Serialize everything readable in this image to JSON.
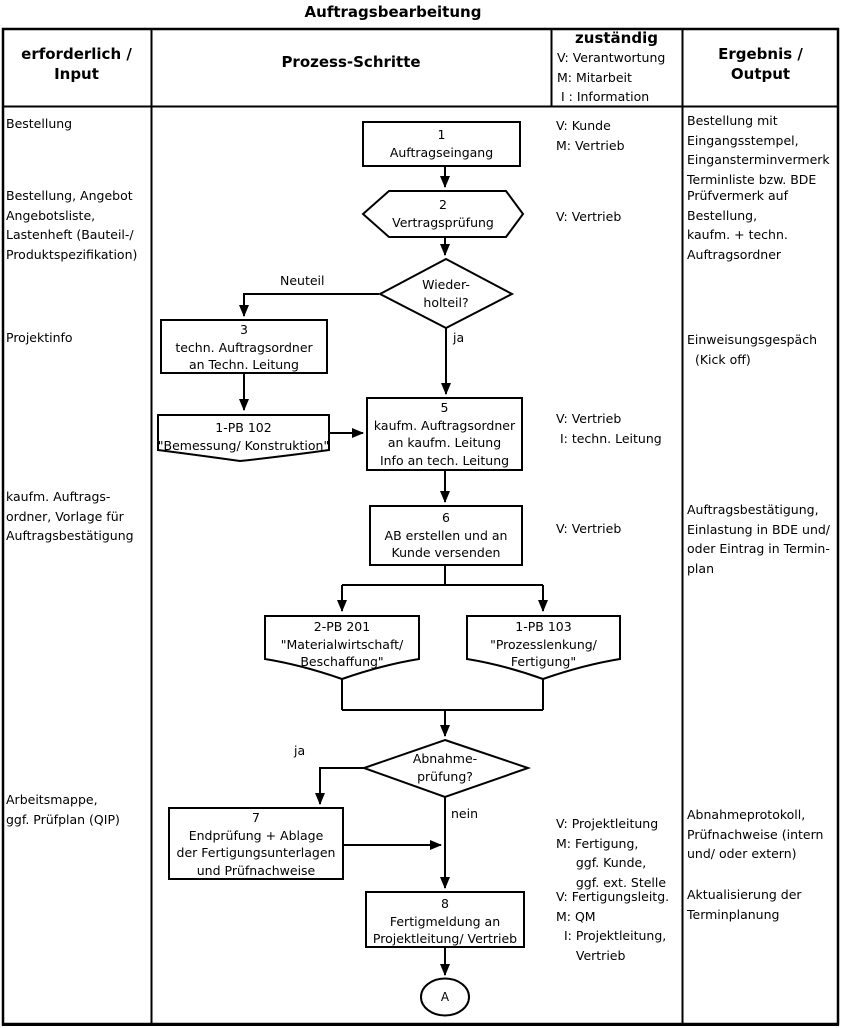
{
  "title": "Auftragsbearbeitung",
  "header": {
    "input": "erforderlich /\nInput",
    "process": "Prozess-Schritte",
    "responsible_title": "zuständig",
    "responsible_legend": "V: Verantwortung\nM: Mitarbeit\n I : Information",
    "output": "Ergebnis /\nOutput"
  },
  "inputs": [
    {
      "text": "Bestellung"
    },
    {
      "text": "Bestellung, Angebot\nAngebotsliste,\nLastenheft (Bauteil-/\nProduktspezifikation)"
    },
    {
      "text": "Projektinfo"
    },
    {
      "text": "kaufm. Auftrags-\nordner, Vorlage für\nAuftragsbestätigung"
    },
    {
      "text": "Arbeitsmappe,\nggf. Prüfplan (QIP)"
    }
  ],
  "responsibilities": [
    {
      "text": "V: Kunde\nM: Vertrieb"
    },
    {
      "text": "V: Vertrieb"
    },
    {
      "text": "V: Vertrieb\n I: techn. Leitung"
    },
    {
      "text": "V: Vertrieb"
    },
    {
      "text": "V: Projektleitung\nM: Fertigung,\n     ggf. Kunde,\n     ggf. ext. Stelle"
    },
    {
      "text": "V: Fertigungsleitg.\nM: QM\n  I: Projektleitung,\n     Vertrieb"
    }
  ],
  "outputs": [
    {
      "text": "Bestellung mit\nEingangsstempel,\nEingansterminvermerk\nTerminliste bzw. BDE"
    },
    {
      "text": "Prüfvermerk auf\nBestellung,\nkaufm. + techn.\nAuftragsordner"
    },
    {
      "text": "Einweisungsgespäch\n  (Kick off)"
    },
    {
      "text": "Auftragsbestätigung,\nEinlastung in BDE und/\noder Eintrag in Termin-\nplan"
    },
    {
      "text": "Abnahmeprotokoll,\nPrüfnachweise (intern\nund/ oder extern)"
    },
    {
      "text": "Aktualisierung der\nTerminplanung"
    }
  ],
  "nodes": {
    "step1": "1\nAuftragseingang",
    "step2": "2\nVertragsprüfung",
    "decision_repeat": "Wieder-\nholteil?",
    "step3": "3\ntechn. Auftragsordner\nan Techn. Leitung",
    "doc_pb102": "1-PB 102\n\"Bemessung/ Konstruktion\"",
    "step5": "5\nkaufm. Auftragsordner\nan kaufm. Leitung\nInfo an tech. Leitung",
    "step6": "6\nAB erstellen und an\nKunde versenden",
    "doc_pb201": "2-PB 201\n\"Materialwirtschaft/\nBeschaffung\"",
    "doc_pb103": "1-PB 103\n\"Prozesslenkung/\nFertigung\"",
    "decision_inspection": "Abnahme-\nprüfung?",
    "step7": "7\nEndprüfung + Ablage\nder Fertigungsunterlagen\nund Prüfnachweise",
    "step8": "8\nFertigmeldung an\nProjektleitung/ Vertrieb",
    "connector_a": "A"
  },
  "edge_labels": {
    "neuteil": "Neuteil",
    "ja_repeat": "ja",
    "ja_inspection": "ja",
    "nein": "nein"
  },
  "colors": {
    "line": "#000000",
    "background": "#ffffff"
  }
}
